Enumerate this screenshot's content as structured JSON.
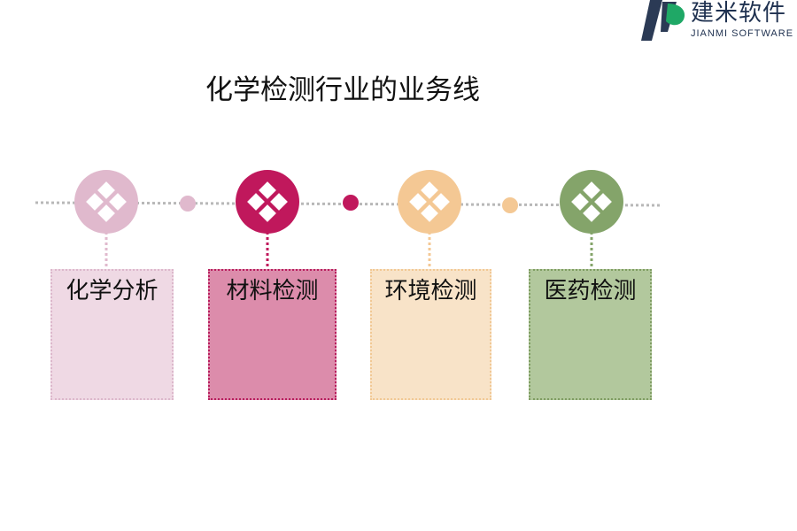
{
  "brand": {
    "name_cn": "建米软件",
    "name_en": "JIANMI SOFTWARE",
    "colors": {
      "dark": "#2b3a55",
      "green": "#1fa866"
    }
  },
  "title": "化学检测行业的业务线",
  "lines": [
    {
      "label": "化学分析",
      "icon": "diamond-grid-icon",
      "color": "#e0b9cd"
    },
    {
      "label": "材料检测",
      "icon": "diamond-grid-icon",
      "color": "#c0185c"
    },
    {
      "label": "环境检测",
      "icon": "diamond-grid-icon",
      "color": "#f4c894"
    },
    {
      "label": "医药检测",
      "icon": "diamond-grid-icon",
      "color": "#84a46a"
    }
  ],
  "connector_dots": [
    "#e0b9cd",
    "#c0185c",
    "#f4c894"
  ],
  "line_color": "#b8b8b8"
}
